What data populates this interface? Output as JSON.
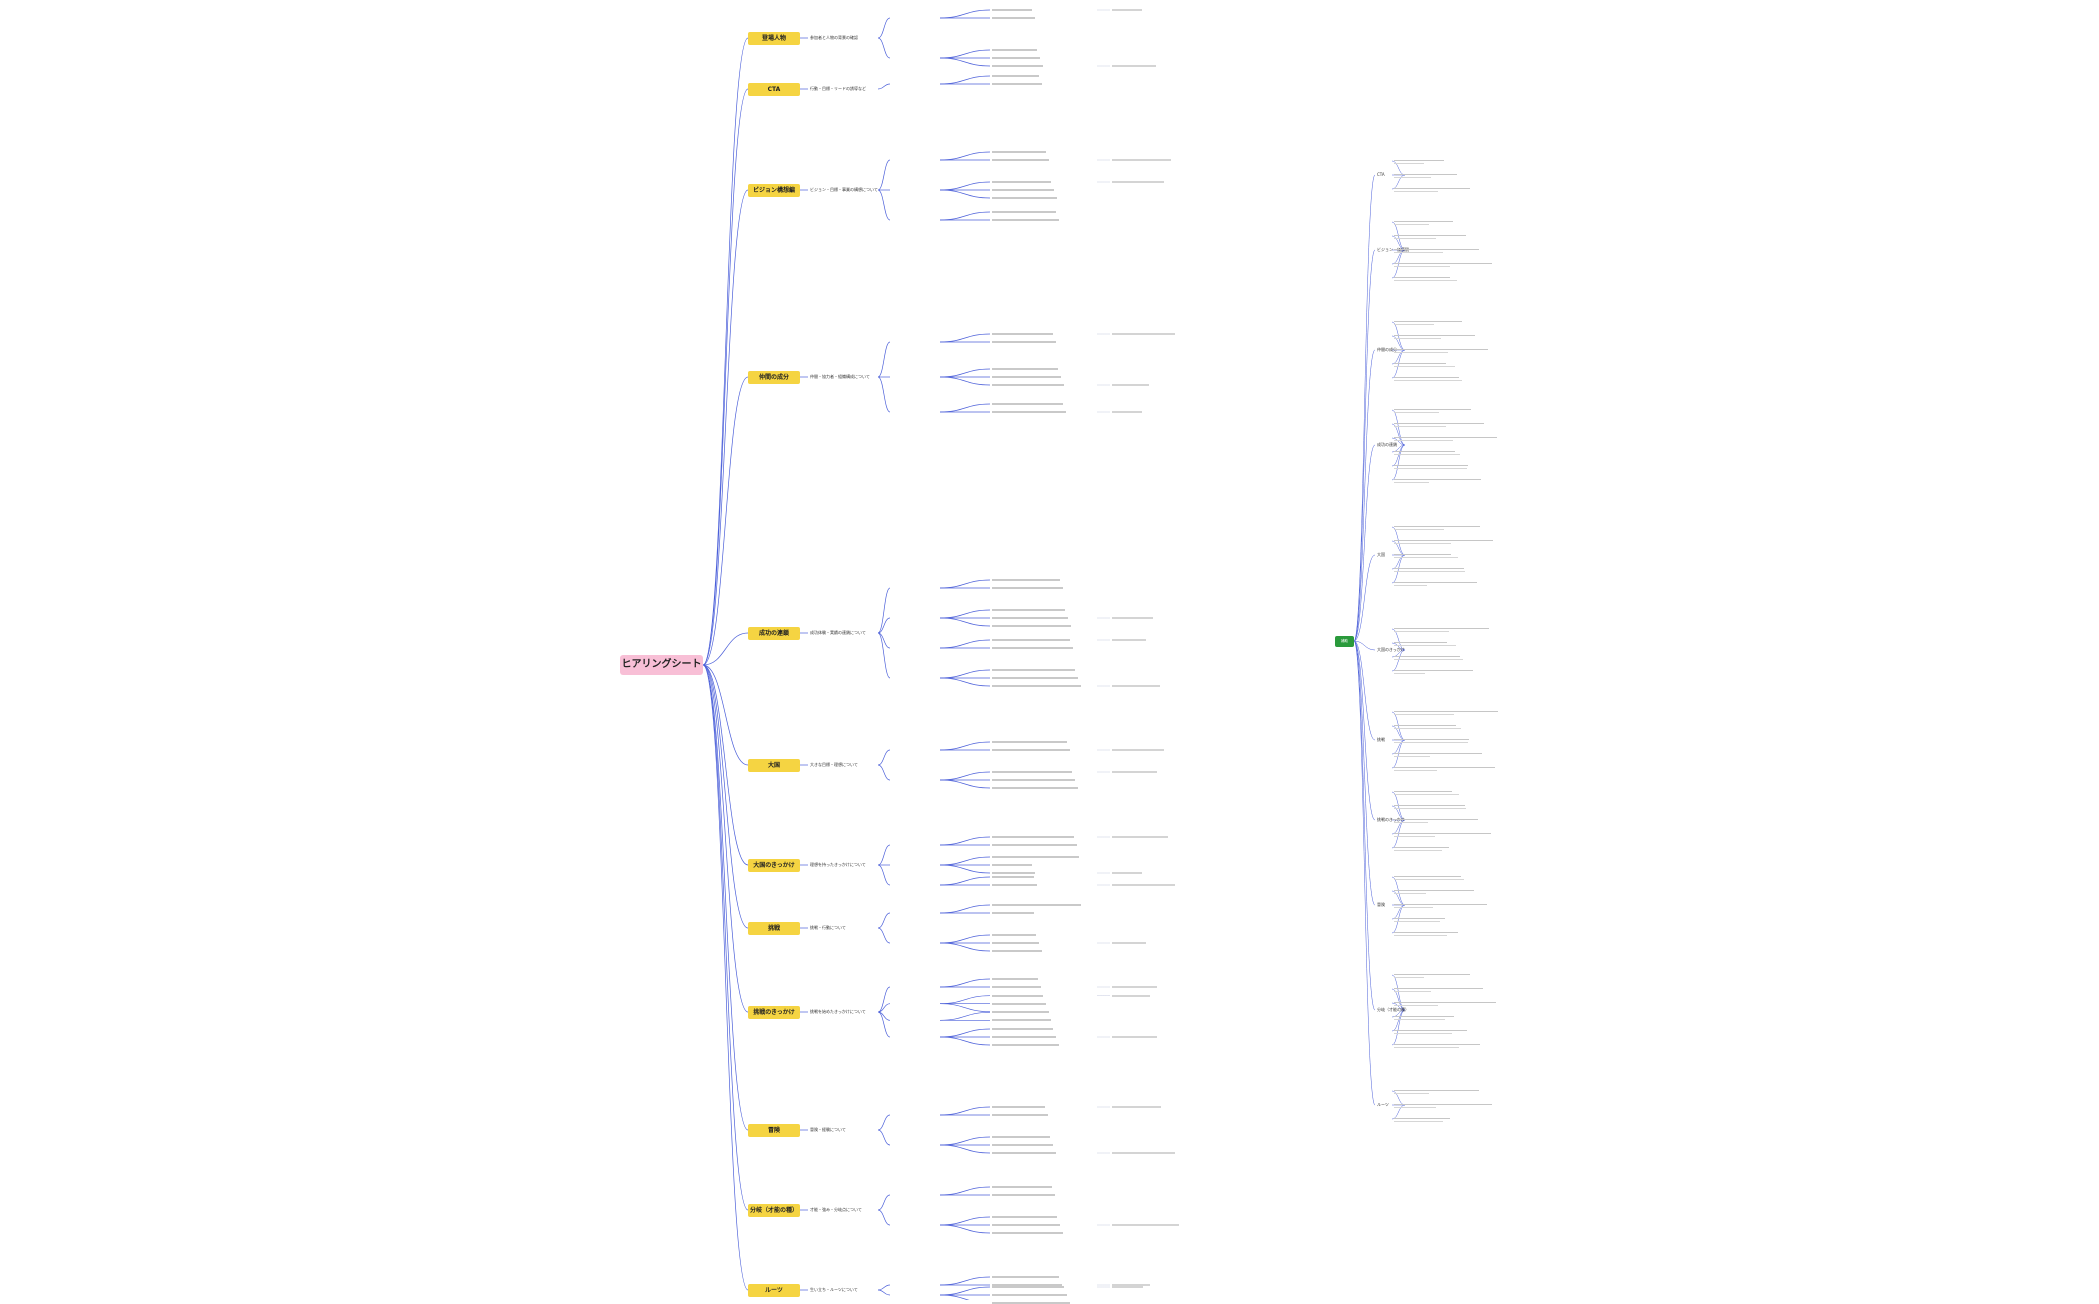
{
  "mindmap": {
    "root": "ヒアリングシート",
    "branches": [
      {
        "label": "登場人物",
        "topic": "参加者と人物の背景の確認"
      },
      {
        "label": "CTA",
        "topic": "行動・目標・リードの誘導など"
      },
      {
        "label": "ビジョン構想編",
        "topic": "ビジョン・目標・事業の構想について"
      },
      {
        "label": "仲間の成分",
        "topic": "仲間・協力者・組織構成について"
      },
      {
        "label": "成功の連鎖",
        "topic": "成功体験・実績の連鎖について"
      },
      {
        "label": "大国",
        "topic": "大きな目標・理想について"
      },
      {
        "label": "大国のきっかけ",
        "topic": "理想を持ったきっかけについて"
      },
      {
        "label": "挑戦",
        "topic": "挑戦・行動について"
      },
      {
        "label": "挑戦のきっかけ",
        "topic": "挑戦を始めたきっかけについて"
      },
      {
        "label": "冒険",
        "topic": "冒険・経験について"
      },
      {
        "label": "分岐（才能の種）",
        "topic": "才能・強み・分岐点について"
      },
      {
        "label": "ルーツ",
        "topic": "生い立ち・ルーツについて"
      }
    ],
    "right_root": "補助",
    "right_topics": [
      "CTA",
      "ビジョン・価値観",
      "仲間の成分",
      "成功の連鎖",
      "大国",
      "大国のきっかけ",
      "挑戦",
      "挑戦のきっかけ",
      "冒険",
      "分岐（才能の種）",
      "ルーツ"
    ]
  }
}
